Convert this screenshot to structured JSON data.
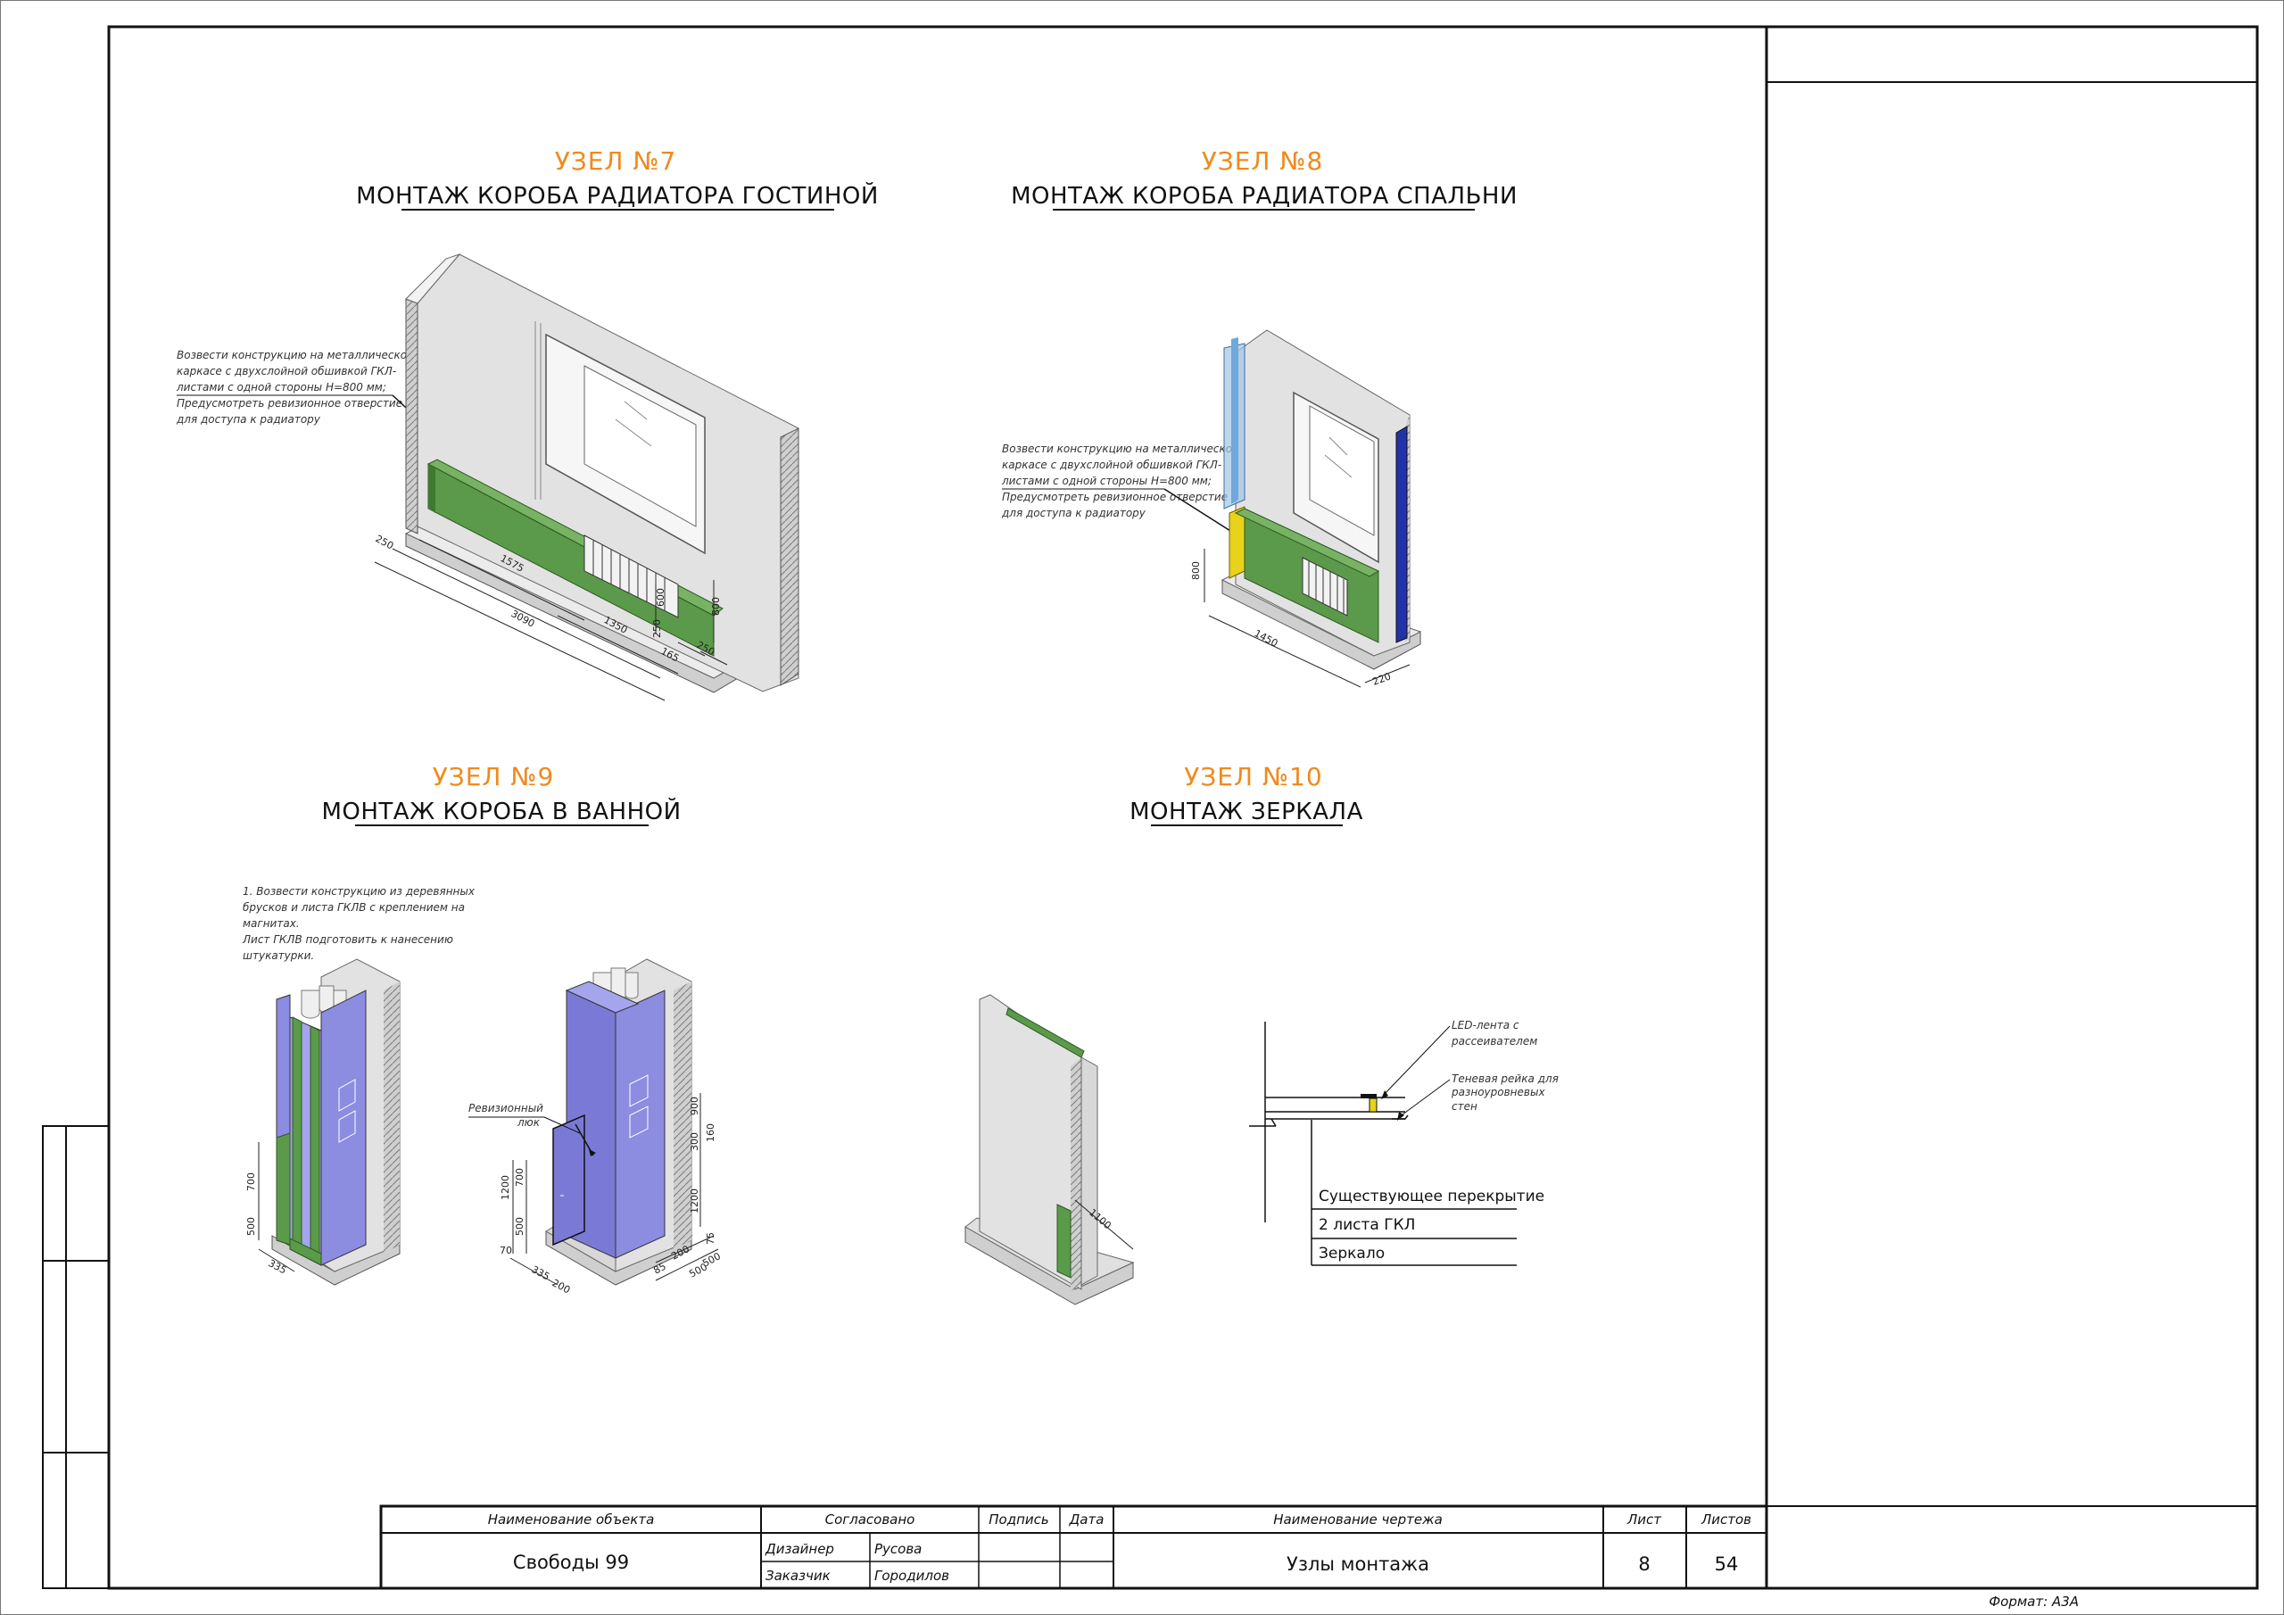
{
  "nodes": [
    {
      "number": "УЗЕЛ №7",
      "title": "МОНТАЖ КОРОБА РАДИАТОРА ГОСТИНОЙ",
      "note": [
        "Возвести конструкцию на металлическом",
        "каркасе с двухслойной обшивкой ГКЛ-",
        "листами с одной стороны H=800 мм;",
        "Предусмотреть ревизионное отверстие",
        "для доступа к радиатору"
      ],
      "dims": [
        "250",
        "1575",
        "3090",
        "1350",
        "800",
        "600",
        "250",
        "165",
        "250"
      ]
    },
    {
      "number": "УЗЕЛ №8",
      "title": "МОНТАЖ КОРОБА РАДИАТОРА СПАЛЬНИ",
      "note": [
        "Возвести конструкцию на металлическом",
        "каркасе с двухслойной обшивкой ГКЛ-",
        "листами с одной стороны H=800 мм;",
        "Предусмотреть ревизионное отверстие",
        "для доступа к радиатору"
      ],
      "dims": [
        "800",
        "1450",
        "220"
      ]
    },
    {
      "number": "УЗЕЛ №9",
      "title": "МОНТАЖ КОРОБА В ВАННОЙ",
      "note": [
        "1. Возвести конструкцию из деревянных",
        "брусков и листа ГКЛВ с креплением на",
        "магнитах.",
        "Лист ГКЛВ подготовить к нанесению",
        "штукатурки."
      ],
      "hatch_label": [
        "Ревизионный",
        "люк"
      ],
      "dims": [
        "700",
        "500",
        "335",
        "1200",
        "700",
        "500",
        "70",
        "335",
        "200",
        "300",
        "900",
        "160",
        "1200",
        "85",
        "200",
        "500",
        "75",
        "500"
      ]
    },
    {
      "number": "УЗЕЛ №10",
      "title": "МОНТАЖ ЗЕРКАЛА",
      "dims": [
        "1100"
      ],
      "callouts": [
        [
          "LED-лента с",
          "рассеивателем"
        ],
        [
          "Теневая рейка для",
          "разноуровневых",
          "стен"
        ]
      ],
      "layers": [
        "Существующее перекрытие",
        "2 листа ГКЛ",
        "Зеркало"
      ]
    }
  ],
  "stamp": {
    "col_object": "Наименование объекта",
    "col_approved": "Согласовано",
    "col_sign": "Подпись",
    "col_date": "Дата",
    "col_drawing": "Наименование чертежа",
    "col_sheet": "Лист",
    "col_sheets": "Листов",
    "object": "Свободы 99",
    "role1": "Дизайнер",
    "name1": "Русова",
    "role2": "Заказчик",
    "name2": "Городилов",
    "drawing": "Узлы монтажа",
    "sheet": "8",
    "sheets": "54"
  },
  "format": "Формат: А3А",
  "colors": {
    "accent": "#f08a1c",
    "green": "#5b9a4a",
    "violet": "#8c8ce0",
    "wall": "#e2e2e2"
  }
}
